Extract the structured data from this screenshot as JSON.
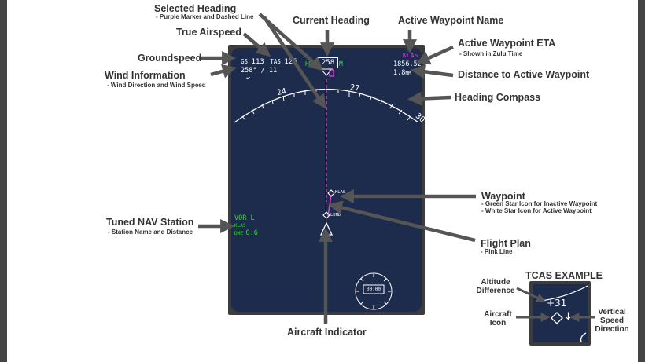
{
  "nd": {
    "gs_label": "GS",
    "gs_value": "113",
    "tas_label": "TAS",
    "tas_value": "125",
    "wind": "258° / 11",
    "hdg_label": "HDG",
    "heading_value": "258",
    "mag_label": "M",
    "waypoint_name": "KLAS",
    "waypoint_eta": "1856.5z",
    "waypoint_distance": "1.8",
    "distance_unit": "NM",
    "compass_labels": [
      "24",
      "27",
      "30"
    ],
    "waypoint_label_1": "KLAS",
    "waypoint_label_2": "LUND",
    "nav_station": "VOR L",
    "nav_ident": "KLAS",
    "dme_label": "DME",
    "dme_value": "0.6",
    "clock_value": "00:00"
  },
  "annotations": {
    "selected_heading": {
      "title": "Selected Heading",
      "sub": "- Purple Marker and Dashed Line"
    },
    "true_airspeed": {
      "title": "True Airspeed"
    },
    "current_heading": {
      "title": "Current Heading"
    },
    "active_waypoint_name": {
      "title": "Active Waypoint Name"
    },
    "active_waypoint_eta": {
      "title": "Active Waypoint ETA",
      "sub": "- Shown in Zulu Time"
    },
    "groundspeed": {
      "title": "Groundspeed"
    },
    "wind_information": {
      "title": "Wind Information",
      "sub": "- Wind Direction and Wind Speed"
    },
    "distance_to_waypoint": {
      "title": "Distance to Active Waypoint"
    },
    "heading_compass": {
      "title": "Heading Compass"
    },
    "waypoint": {
      "title": "Waypoint",
      "sub1": "- Green Star Icon for Inactive Waypoint",
      "sub2": "- White Star Icon for Active Waypoint"
    },
    "tuned_nav_station": {
      "title": "Tuned NAV Station",
      "sub": "- Station Name and Distance"
    },
    "flight_plan": {
      "title": "Flight Plan",
      "sub": "- Pink Line"
    },
    "aircraft_indicator": {
      "title": "Aircraft Indicator"
    },
    "tcas_example": {
      "title": "TCAS EXAMPLE"
    },
    "altitude_difference": {
      "title": "Altitude Difference"
    },
    "aircraft_icon": {
      "title": "Aircraft Icon"
    },
    "vertical_speed": {
      "title": "Vertical Speed Direction"
    }
  },
  "tcas": {
    "altitude_diff": "+31",
    "vs_arrow": "↓"
  },
  "colors": {
    "screen": "#1d2b4c",
    "magenta": "#e040e0",
    "green": "#33dd33",
    "white": "#ffffff",
    "arrow": "#555555"
  }
}
